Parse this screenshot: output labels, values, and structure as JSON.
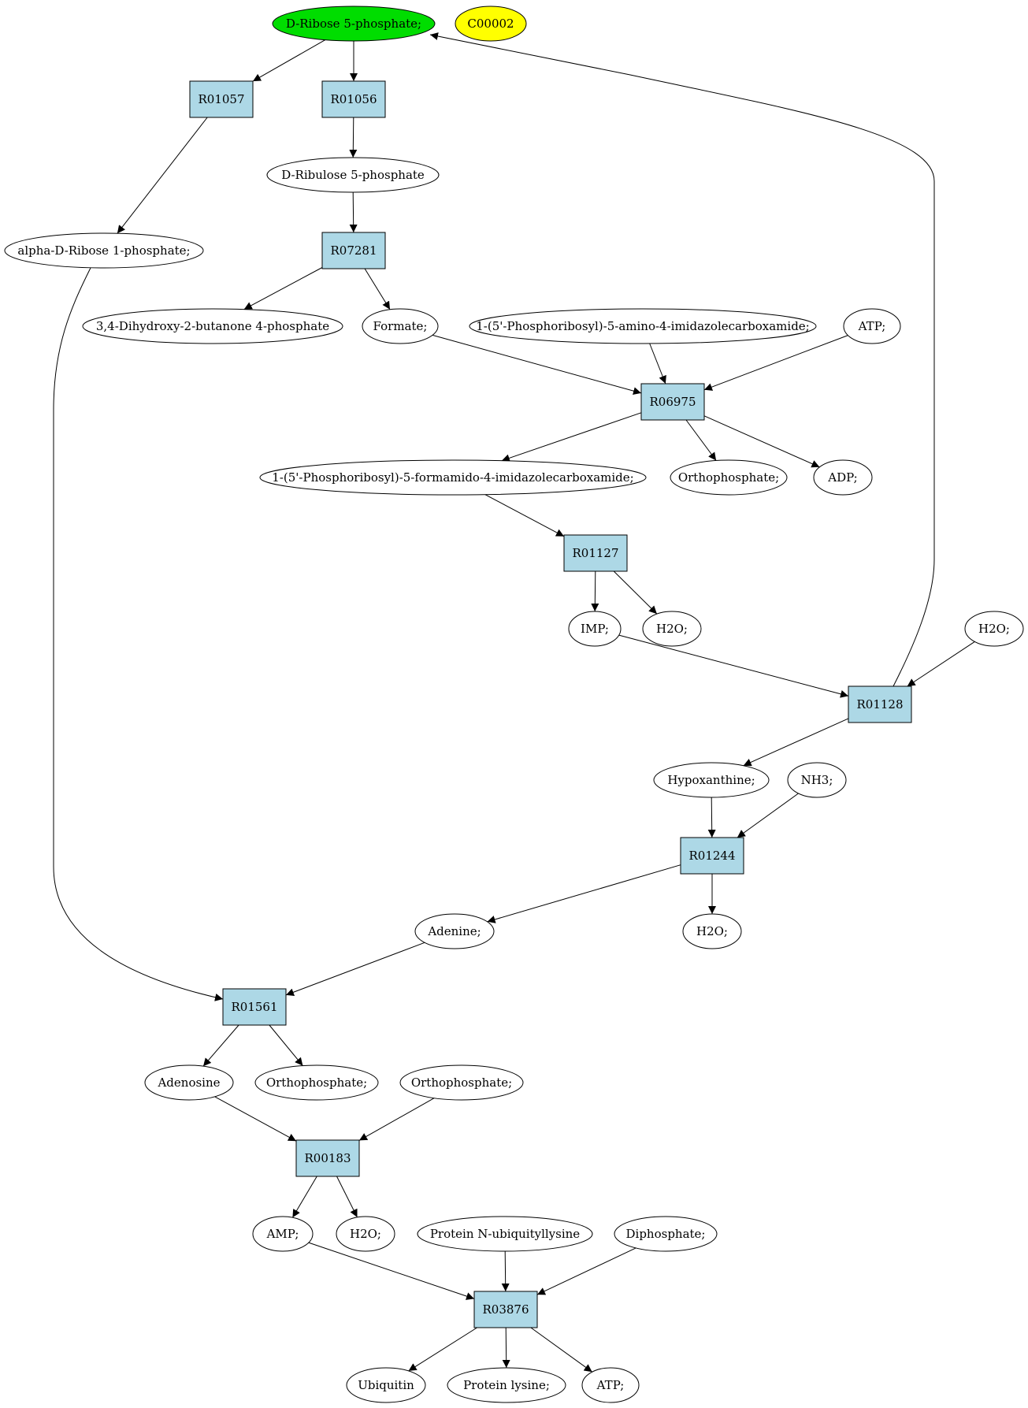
{
  "colors": {
    "reaction_fill": "#add8e6",
    "compound_fill": "#ffffff",
    "highlight_green": "#00dd00",
    "highlight_yellow": "#ffff00",
    "line": "#000000"
  },
  "compounds": [
    {
      "id": "c_ribose5p",
      "label": "D-Ribose 5-phosphate;",
      "fill": "green"
    },
    {
      "id": "c_c00002",
      "label": "C00002",
      "fill": "yellow"
    },
    {
      "id": "c_ribulose5p",
      "label": "D-Ribulose 5-phosphate"
    },
    {
      "id": "c_ribose1p",
      "label": "alpha-D-Ribose 1-phosphate;"
    },
    {
      "id": "c_dhbp",
      "label": "3,4-Dihydroxy-2-butanone 4-phosphate"
    },
    {
      "id": "c_formate",
      "label": "Formate;"
    },
    {
      "id": "c_aicar",
      "label": "1-(5'-Phosphoribosyl)-5-amino-4-imidazolecarboxamide;"
    },
    {
      "id": "c_atp1",
      "label": "ATP;"
    },
    {
      "id": "c_faicar",
      "label": "1-(5'-Phosphoribosyl)-5-formamido-4-imidazolecarboxamide;"
    },
    {
      "id": "c_pi1",
      "label": "Orthophosphate;"
    },
    {
      "id": "c_adp",
      "label": "ADP;"
    },
    {
      "id": "c_imp",
      "label": "IMP;"
    },
    {
      "id": "c_h2o1",
      "label": "H2O;"
    },
    {
      "id": "c_h2o2",
      "label": "H2O;"
    },
    {
      "id": "c_hypox",
      "label": "Hypoxanthine;"
    },
    {
      "id": "c_nh3",
      "label": "NH3;"
    },
    {
      "id": "c_adenine",
      "label": "Adenine;"
    },
    {
      "id": "c_h2o3",
      "label": "H2O;"
    },
    {
      "id": "c_adenosine",
      "label": "Adenosine"
    },
    {
      "id": "c_pi2",
      "label": "Orthophosphate;"
    },
    {
      "id": "c_pi3",
      "label": "Orthophosphate;"
    },
    {
      "id": "c_amp",
      "label": "AMP;"
    },
    {
      "id": "c_h2o4",
      "label": "H2O;"
    },
    {
      "id": "c_pnul",
      "label": "Protein N-ubiquityllysine"
    },
    {
      "id": "c_ppi",
      "label": "Diphosphate;"
    },
    {
      "id": "c_ubiquitin",
      "label": "Ubiquitin"
    },
    {
      "id": "c_plys",
      "label": "Protein lysine;"
    },
    {
      "id": "c_atp2",
      "label": "ATP;"
    }
  ],
  "reactions": [
    {
      "id": "r01057",
      "label": "R01057"
    },
    {
      "id": "r01056",
      "label": "R01056"
    },
    {
      "id": "r07281",
      "label": "R07281"
    },
    {
      "id": "r06975",
      "label": "R06975"
    },
    {
      "id": "r01127",
      "label": "R01127"
    },
    {
      "id": "r01128",
      "label": "R01128"
    },
    {
      "id": "r01244",
      "label": "R01244"
    },
    {
      "id": "r01561",
      "label": "R01561"
    },
    {
      "id": "r00183",
      "label": "R00183"
    },
    {
      "id": "r03876",
      "label": "R03876"
    }
  ],
  "edges": [
    {
      "from": "c_ribose5p",
      "to": "r01057"
    },
    {
      "from": "c_ribose5p",
      "to": "r01056"
    },
    {
      "from": "r01056",
      "to": "c_ribulose5p"
    },
    {
      "from": "r01057",
      "to": "c_ribose1p"
    },
    {
      "from": "c_ribulose5p",
      "to": "r07281"
    },
    {
      "from": "r07281",
      "to": "c_dhbp"
    },
    {
      "from": "r07281",
      "to": "c_formate"
    },
    {
      "from": "c_formate",
      "to": "r06975"
    },
    {
      "from": "c_aicar",
      "to": "r06975"
    },
    {
      "from": "c_atp1",
      "to": "r06975"
    },
    {
      "from": "r06975",
      "to": "c_faicar"
    },
    {
      "from": "r06975",
      "to": "c_pi1"
    },
    {
      "from": "r06975",
      "to": "c_adp"
    },
    {
      "from": "c_faicar",
      "to": "r01127"
    },
    {
      "from": "r01127",
      "to": "c_imp"
    },
    {
      "from": "r01127",
      "to": "c_h2o1"
    },
    {
      "from": "c_imp",
      "to": "r01128"
    },
    {
      "from": "c_h2o2",
      "to": "r01128"
    },
    {
      "from": "r01128",
      "to": "c_ribose5p"
    },
    {
      "from": "r01128",
      "to": "c_hypox"
    },
    {
      "from": "c_hypox",
      "to": "r01244"
    },
    {
      "from": "c_nh3",
      "to": "r01244"
    },
    {
      "from": "r01244",
      "to": "c_adenine"
    },
    {
      "from": "r01244",
      "to": "c_h2o3"
    },
    {
      "from": "c_ribose1p",
      "to": "r01561"
    },
    {
      "from": "c_adenine",
      "to": "r01561"
    },
    {
      "from": "r01561",
      "to": "c_adenosine"
    },
    {
      "from": "r01561",
      "to": "c_pi2"
    },
    {
      "from": "c_adenosine",
      "to": "r00183"
    },
    {
      "from": "c_pi3",
      "to": "r00183"
    },
    {
      "from": "r00183",
      "to": "c_amp"
    },
    {
      "from": "r00183",
      "to": "c_h2o4"
    },
    {
      "from": "c_amp",
      "to": "r03876"
    },
    {
      "from": "c_pnul",
      "to": "r03876"
    },
    {
      "from": "c_ppi",
      "to": "r03876"
    },
    {
      "from": "r03876",
      "to": "c_ubiquitin"
    },
    {
      "from": "r03876",
      "to": "c_plys"
    },
    {
      "from": "r03876",
      "to": "c_atp2"
    }
  ]
}
